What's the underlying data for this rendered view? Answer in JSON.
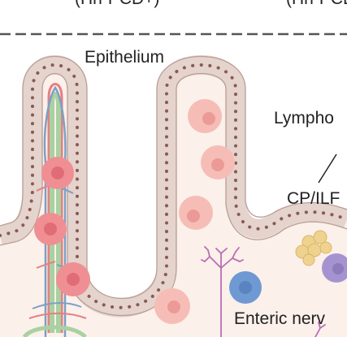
{
  "header": {
    "left_label": "(Hh-PCD+)",
    "right_label": "(Hh-PCD+"
  },
  "labels": {
    "epithelium": "Epithelium",
    "lymphoid": "Lympho",
    "cp_ilf": "CP/ILF",
    "enteric_nerve": "Enteric nerv"
  },
  "colors": {
    "epithelium_fill": "#e5d3cd",
    "epithelium_stroke": "#b99e95",
    "nucleus": "#8a5a52",
    "lamina_propria": "#fbf0ea",
    "pink_cell": "#ef8f93",
    "light_pink_cell": "#f6bdb6",
    "blood_red": "#e67f83",
    "blood_blue": "#7e9fc5",
    "lymphatic_green": "#a9d1a1",
    "blue_cell": "#6f99d2",
    "purple_cell": "#a593d0",
    "yellow_cluster": "#f0d28f",
    "nerve": "#b76fb1"
  }
}
